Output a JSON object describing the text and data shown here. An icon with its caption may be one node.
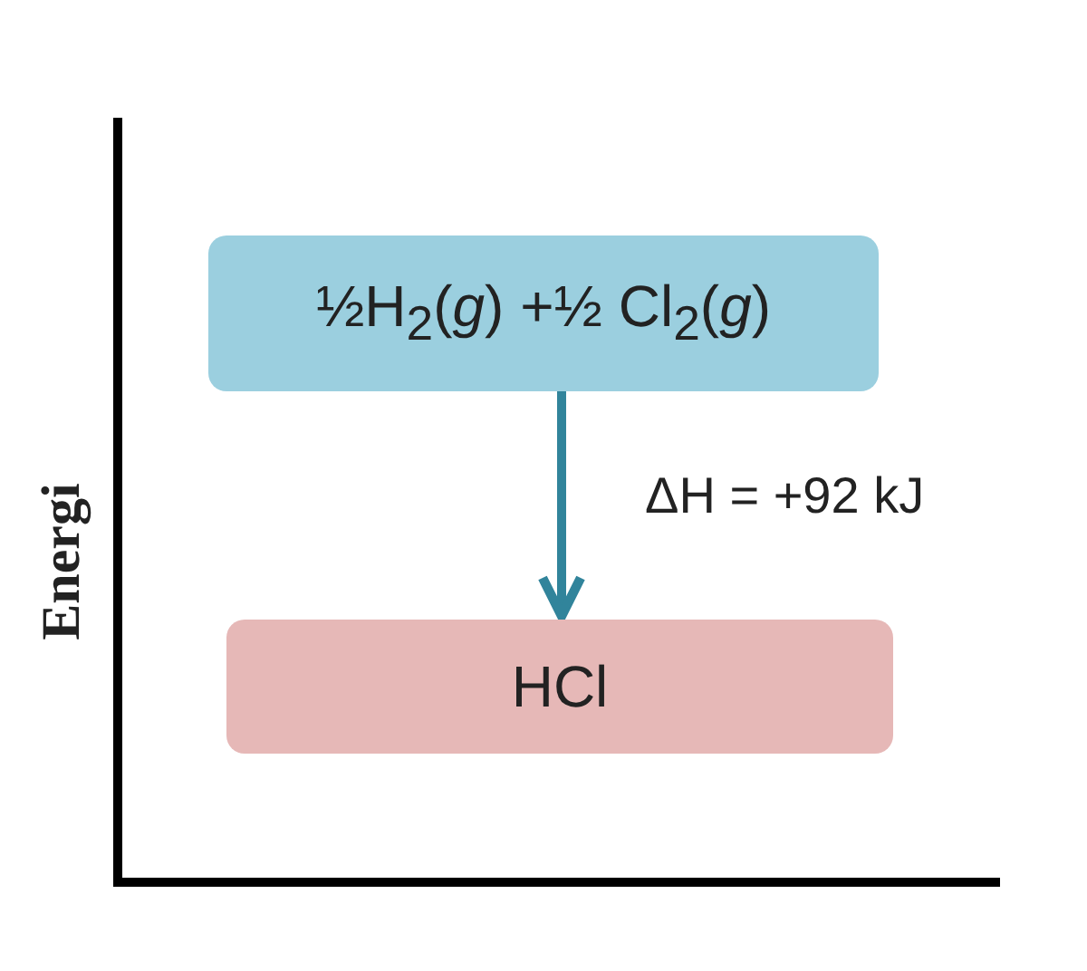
{
  "diagram": {
    "nodes": [
      {
        "text": [
          "½H$_{2}$(*g*) +½ Cl$_{2}$(*g*)"
        ]
      },
      {
        "text": [
          "HCl"
        ]
      }
    ],
    "edges": [
      {
        "from": 0,
        "to": 1,
        "arrow": "to"
      }
    ],
    "labels": [
      "Energi",
      "ΔH = +92 kJ"
    ]
  }
}
